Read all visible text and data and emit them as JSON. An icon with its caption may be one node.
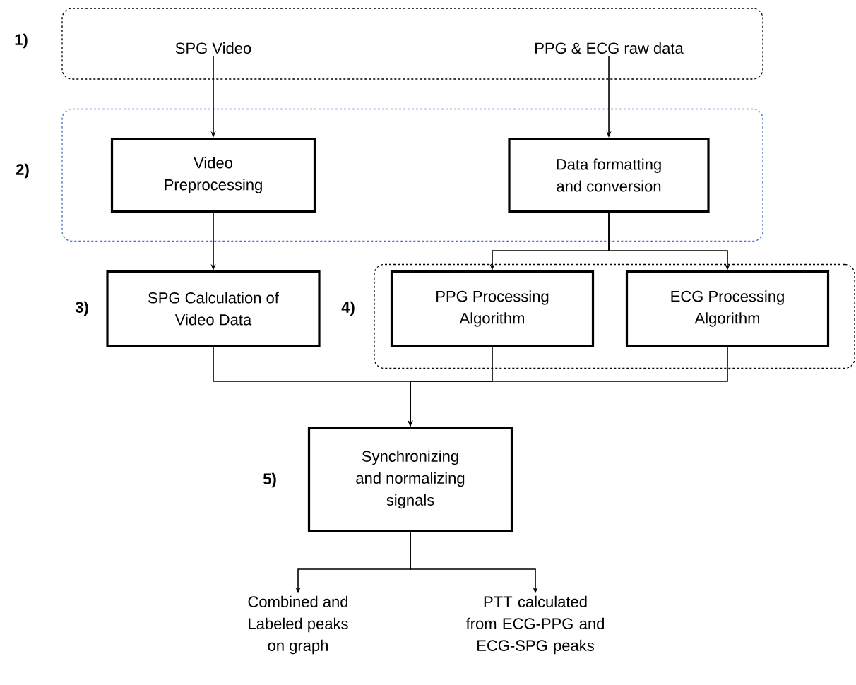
{
  "diagram": {
    "nodes": [
      {
        "text": [
          "1)"
        ]
      },
      {
        "text": [
          "SPG Video"
        ],
        "in": 0
      },
      {
        "text": [
          "PPG & ECG raw data"
        ],
        "in": 0
      },
      {
        "text": [
          "2)"
        ]
      },
      {
        "text": [
          "Video Preprocessing"
        ],
        "in": 3
      },
      {
        "text": [
          "Data formatting and conversion"
        ],
        "in": 3
      },
      {
        "text": [
          "SPG Calculation of Video Data"
        ],
        "beside": [
          "3)"
        ]
      },
      {
        "text": [
          "4)"
        ]
      },
      {
        "text": [
          "PPG Processing Algorithm"
        ],
        "in": 7
      },
      {
        "text": [
          "ECG Processing Algorithm"
        ],
        "in": 7
      },
      {
        "text": [
          "Synchronizing and normalizing signals"
        ],
        "beside": [
          "5)"
        ]
      },
      {
        "text": [
          "Combined and Labeled peaks on graph"
        ]
      },
      {
        "text": [
          "PTT calculated from ECG-PPG and ECG-SPG peaks"
        ]
      }
    ],
    "edges": [
      {
        "from": 1,
        "to": 4,
        "arrow": "to"
      },
      {
        "from": 2,
        "to": 5,
        "arrow": "to"
      },
      {
        "from": 4,
        "to": 6,
        "arrow": "to"
      },
      {
        "from": 5,
        "to": 8,
        "arrow": "to"
      },
      {
        "from": 5,
        "to": 9,
        "arrow": "to"
      },
      {
        "from": 6,
        "to": 10,
        "arrow": "to"
      },
      {
        "from": 8,
        "to": 10,
        "arrow": "to"
      },
      {
        "from": 9,
        "to": 10,
        "arrow": "to"
      },
      {
        "from": 10,
        "to": 11,
        "arrow": "to"
      },
      {
        "from": 10,
        "to": 12,
        "arrow": "to"
      }
    ]
  }
}
